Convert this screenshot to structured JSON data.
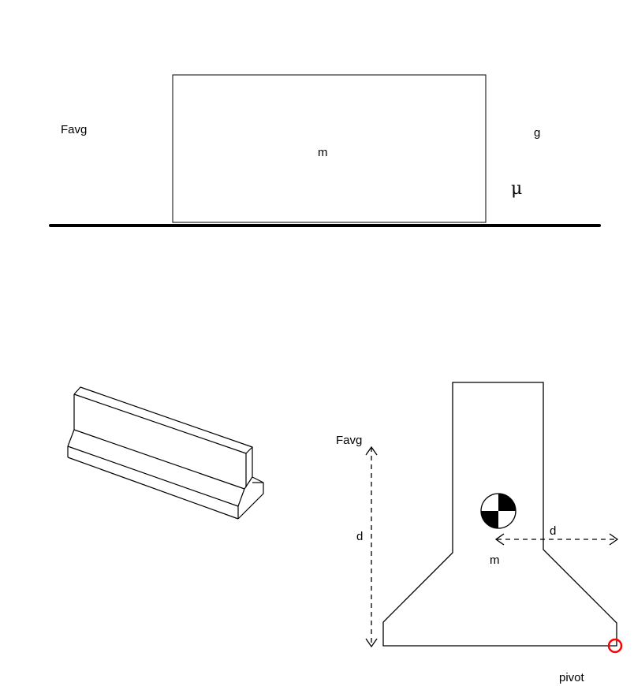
{
  "top_diagram": {
    "force_label": "Favg",
    "mass_label": "m",
    "gravity_label": "g",
    "friction_symbol": "μ"
  },
  "bottom_diagram": {
    "force_label": "Favg",
    "vertical_distance_label": "d",
    "horizontal_distance_label": "d",
    "mass_label": "m",
    "pivot_label": "pivot",
    "colors": {
      "line": "#000000",
      "pivot": "#ff0000",
      "background": "#ffffff"
    },
    "icons": {
      "center_of_mass": "center-of-mass-icon",
      "pivot": "pivot-icon"
    }
  }
}
